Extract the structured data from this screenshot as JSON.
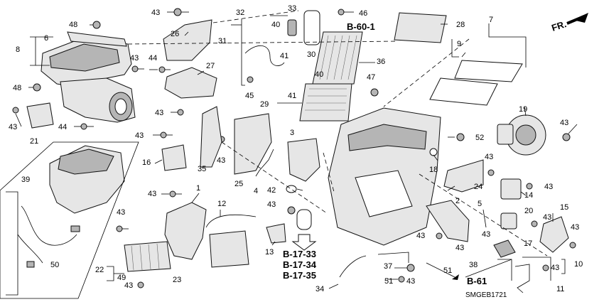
{
  "labels": {
    "p43a": "43",
    "p48a": "48",
    "p6": "6",
    "p8": "8",
    "p44a": "44",
    "p44b": "44",
    "p48b": "48",
    "p43b": "43",
    "p21": "21",
    "p32": "32",
    "p33": "33",
    "p46": "46",
    "p28": "28",
    "p7": "7",
    "p26": "26",
    "p31": "31",
    "p40a": "40",
    "p41a": "41",
    "p27": "27",
    "p30": "30",
    "p36": "36",
    "p9": "9",
    "p45": "45",
    "p40b": "40",
    "p41b": "41",
    "p47": "47",
    "p29": "29",
    "p43c": "43",
    "p43d": "43",
    "p16": "16",
    "p35": "35",
    "p43e": "43",
    "p25": "25",
    "p3": "3",
    "p4": "4",
    "p19": "19",
    "p52": "52",
    "p43f": "43",
    "p18": "18",
    "p43g": "43",
    "p24": "24",
    "p43h": "43",
    "p14": "14",
    "p39": "39",
    "p43i": "43",
    "p1": "1",
    "p12": "12",
    "p42": "42",
    "p43j": "43",
    "p2": "2",
    "p5": "5",
    "p20": "20",
    "p43k": "43",
    "p15": "15",
    "p43l": "43",
    "p43m": "43",
    "p13": "13",
    "p43n": "43",
    "p43o": "43",
    "p43p": "43",
    "p17": "17",
    "p43q": "43",
    "p50": "50",
    "p22": "22",
    "p49": "49",
    "p23": "23",
    "p43r": "43",
    "p34": "34",
    "p37": "37",
    "p51a": "51",
    "p51b": "51",
    "p43s": "43",
    "p38": "38",
    "p43t": "43",
    "p10": "10",
    "p11": "11"
  },
  "refs": {
    "b60": "B-60-1",
    "b1733": "B-17-33",
    "b1734": "B-17-34",
    "b1735": "B-17-35",
    "b61": "B-61"
  },
  "direction": "FR.",
  "diagram_code": "SMGEB1721"
}
